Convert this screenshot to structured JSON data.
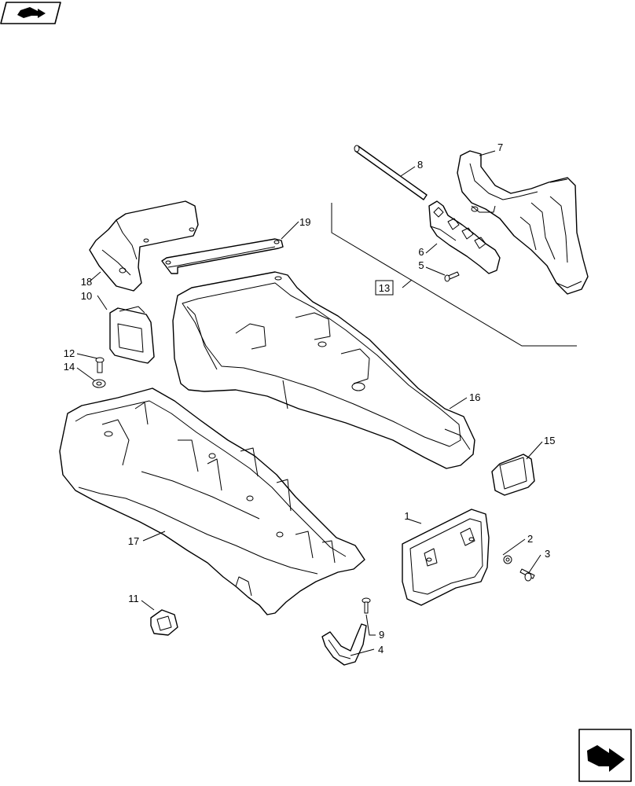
{
  "callouts": {
    "c1": "1",
    "c2": "2",
    "c3": "3",
    "c4": "4",
    "c5": "5",
    "c6": "6",
    "c7": "7",
    "c8": "8",
    "c9": "9",
    "c10": "10",
    "c11": "11",
    "c12": "12",
    "c13": "13",
    "c14": "14",
    "c15": "15",
    "c16": "16",
    "c17": "17",
    "c18": "18",
    "c19": "19"
  },
  "icons": {
    "top_left": "book-arrow-icon",
    "bottom_right": "next-page-arrow-icon"
  },
  "colors": {
    "line": "#000000",
    "background": "#ffffff"
  }
}
